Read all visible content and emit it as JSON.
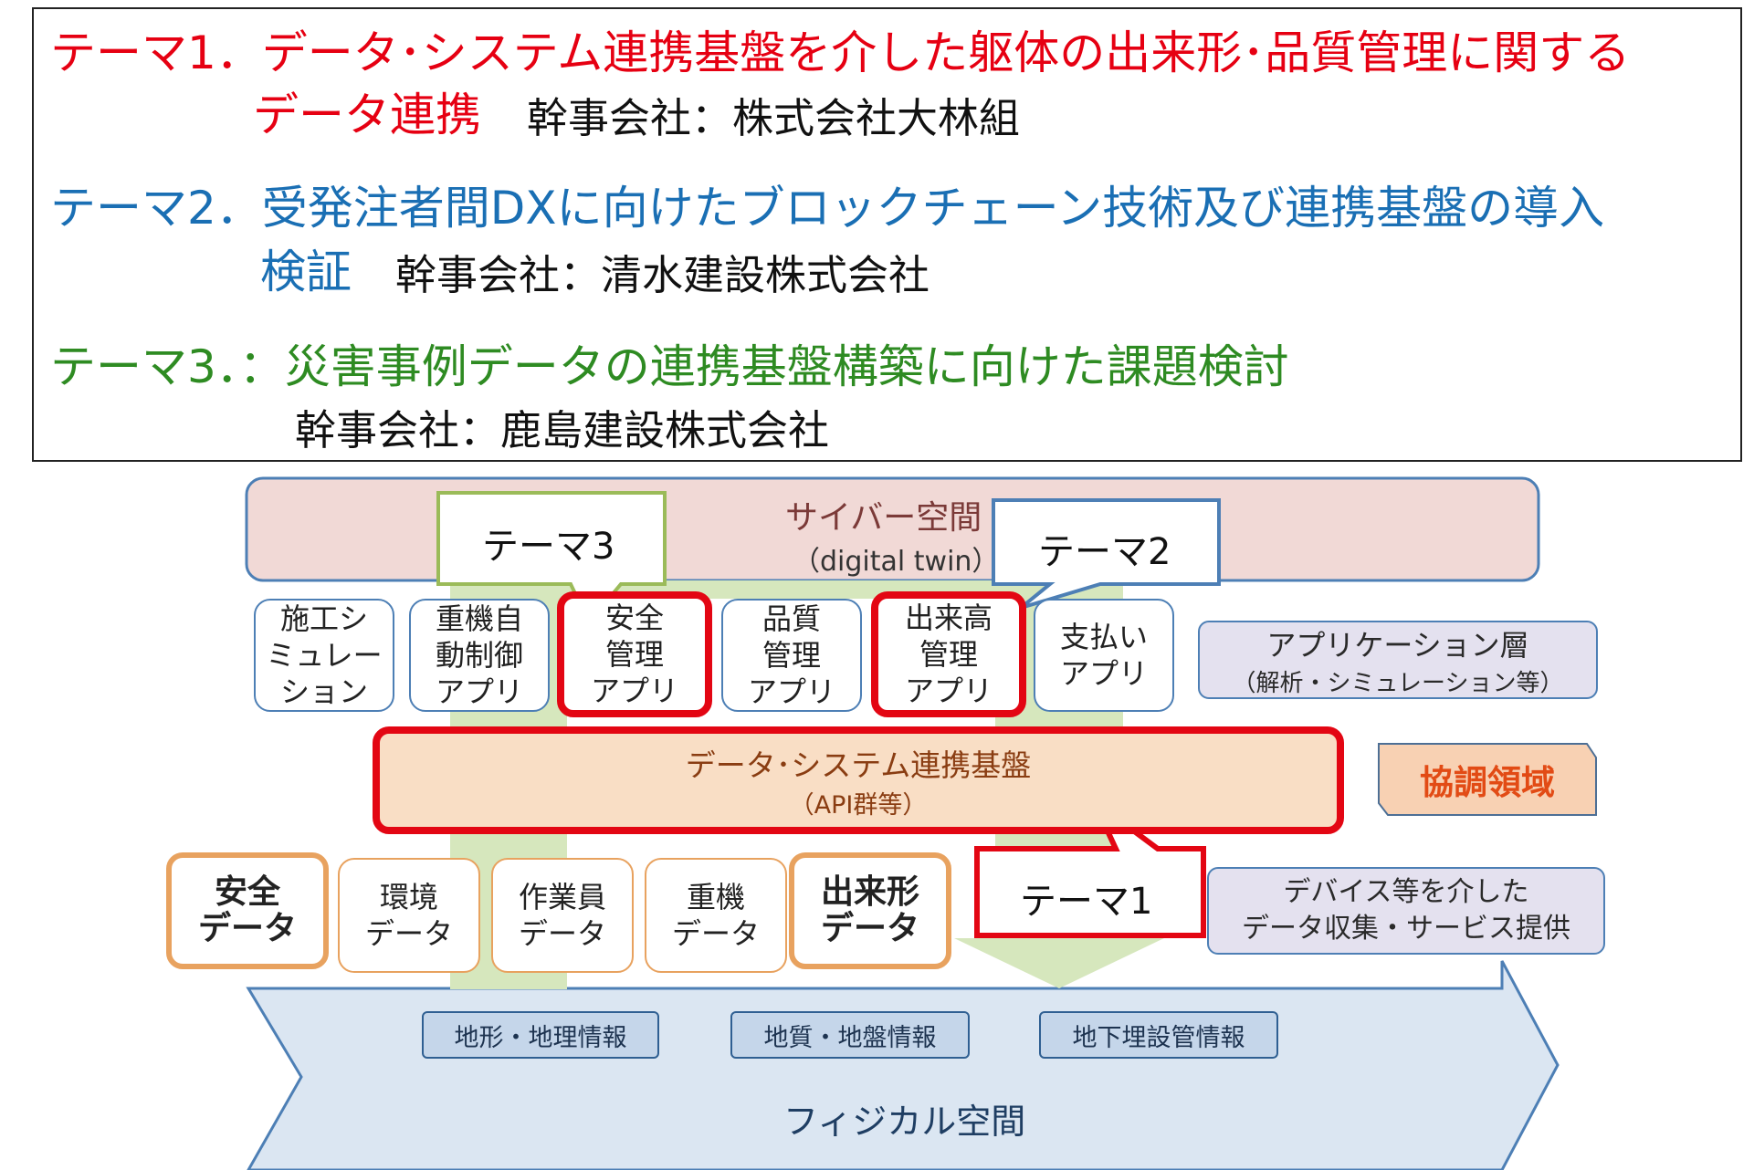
{
  "themes": {
    "t1": {
      "title_a": "テーマ1．データ･システム連携基盤を介した躯体の出来形･品質管理に関する",
      "title_b": "データ連携",
      "org": "幹事会社：株式会社大林組"
    },
    "t2": {
      "title_a": "テーマ2．受発注者間DXに向けたブロックチェーン技術及び連携基盤の導入",
      "title_b": "検証",
      "org": "幹事会社：清水建設株式会社"
    },
    "t3": {
      "title_a": "テーマ3．：災害事例データの連携基盤構築に向けた課題検討",
      "org": "幹事会社：鹿島建設株式会社"
    }
  },
  "diagram": {
    "cyber": {
      "label": "サイバー空間",
      "sub": "（digital twin）"
    },
    "callouts": {
      "t3": "テーマ3",
      "t2": "テーマ2",
      "t1": "テーマ1"
    },
    "apps": [
      {
        "l1": "施工シ",
        "l2": "ミュレー",
        "l3": "ション"
      },
      {
        "l1": "重機自",
        "l2": "動制御",
        "l3": "アプリ"
      },
      {
        "l1": "安全",
        "l2": "管理",
        "l3": "アプリ"
      },
      {
        "l1": "品質",
        "l2": "管理",
        "l3": "アプリ"
      },
      {
        "l1": "出来高",
        "l2": "管理",
        "l3": "アプリ"
      },
      {
        "l1": "支払い",
        "l2": "アプリ"
      }
    ],
    "app_layer": {
      "title": "アプリケーション層",
      "sub": "（解析・シミュレーション等）"
    },
    "platform": {
      "title": "データ･システム連携基盤",
      "sub": "（API群等）"
    },
    "coop": "協調領域",
    "devices": [
      {
        "l1": "安全",
        "l2": "データ"
      },
      {
        "l1": "環境",
        "l2": "データ"
      },
      {
        "l1": "作業員",
        "l2": "データ"
      },
      {
        "l1": "重機",
        "l2": "データ"
      },
      {
        "l1": "出来形",
        "l2": "データ"
      }
    ],
    "device_layer": {
      "l1": "デバイス等を介した",
      "l2": "データ収集・サービス提供"
    },
    "info": [
      "地形・地理情報",
      "地質・地盤情報",
      "地下埋設管情報"
    ],
    "physical": "フィジカル空間"
  },
  "colors": {
    "red": "#e60012",
    "blue": "#1a6fb4",
    "green": "#2e8b22"
  }
}
